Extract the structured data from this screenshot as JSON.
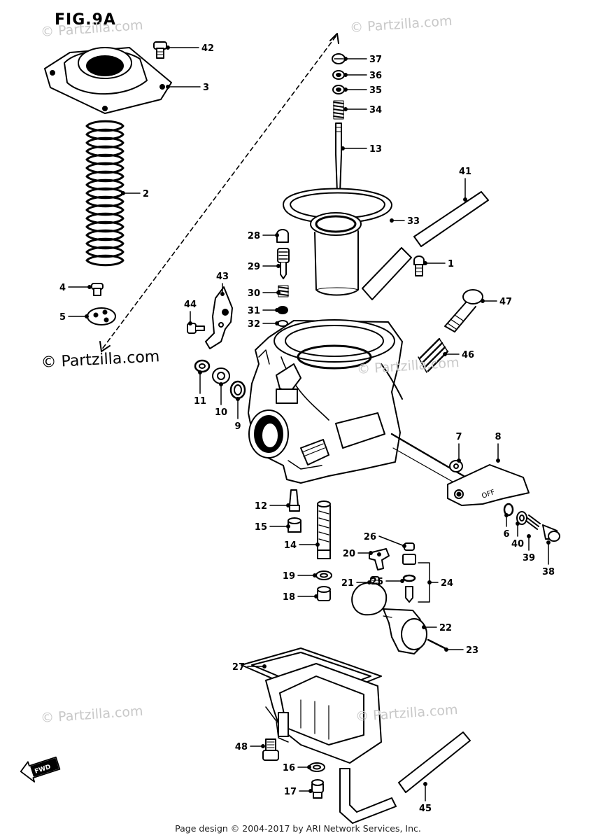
{
  "figure": {
    "title": "FIG.9A"
  },
  "watermarks": [
    "© Partzilla.com",
    "© Partzilla.com",
    "© Partzilla.com",
    "© Partzilla.com",
    "© Partzilla.com"
  ],
  "watermark_main": "© Partzilla.com",
  "footer": "Page design © 2004-2017 by ARI Network Services, Inc.",
  "fwd_label": "FWD",
  "choke_label": "OFF",
  "callouts": [
    {
      "id": "42",
      "part": "screw"
    },
    {
      "id": "3",
      "part": "top-cap"
    },
    {
      "id": "2",
      "part": "spring"
    },
    {
      "id": "4",
      "part": "screw"
    },
    {
      "id": "5",
      "part": "retainer-plate"
    },
    {
      "id": "37",
      "part": "nut"
    },
    {
      "id": "36",
      "part": "washer"
    },
    {
      "id": "35",
      "part": "washer"
    },
    {
      "id": "34",
      "part": "spring"
    },
    {
      "id": "13",
      "part": "jet-needle"
    },
    {
      "id": "41",
      "part": "hose"
    },
    {
      "id": "33",
      "part": "diaphragm-piston"
    },
    {
      "id": "28",
      "part": "cap"
    },
    {
      "id": "29",
      "part": "pilot-screw"
    },
    {
      "id": "1",
      "part": "screw"
    },
    {
      "id": "30",
      "part": "spring"
    },
    {
      "id": "47",
      "part": "throttle-stop-screw"
    },
    {
      "id": "43",
      "part": "bracket"
    },
    {
      "id": "44",
      "part": "screw"
    },
    {
      "id": "31",
      "part": "washer"
    },
    {
      "id": "32",
      "part": "o-ring"
    },
    {
      "id": "46",
      "part": "spring"
    },
    {
      "id": "11",
      "part": "clip"
    },
    {
      "id": "10",
      "part": "washer"
    },
    {
      "id": "9",
      "part": "o-ring"
    },
    {
      "id": "7",
      "part": "washer"
    },
    {
      "id": "8",
      "part": "choke-lever"
    },
    {
      "id": "12",
      "part": "pilot-jet"
    },
    {
      "id": "15",
      "part": "needle-jet-holder"
    },
    {
      "id": "14",
      "part": "needle-jet"
    },
    {
      "id": "6",
      "part": "washer"
    },
    {
      "id": "40",
      "part": "washer"
    },
    {
      "id": "39",
      "part": "spring"
    },
    {
      "id": "38",
      "part": "choke-knob-screw"
    },
    {
      "id": "26",
      "part": "screw"
    },
    {
      "id": "20",
      "part": "plate"
    },
    {
      "id": "25",
      "part": "o-ring"
    },
    {
      "id": "24",
      "part": "needle-valve-set"
    },
    {
      "id": "19",
      "part": "washer"
    },
    {
      "id": "21",
      "part": "screw"
    },
    {
      "id": "18",
      "part": "main-jet"
    },
    {
      "id": "22",
      "part": "float"
    },
    {
      "id": "23",
      "part": "float-pin"
    },
    {
      "id": "27",
      "part": "gasket"
    },
    {
      "id": "48",
      "part": "drain-screw"
    },
    {
      "id": "16",
      "part": "washer"
    },
    {
      "id": "17",
      "part": "plug"
    },
    {
      "id": "45",
      "part": "drain-hose"
    }
  ]
}
